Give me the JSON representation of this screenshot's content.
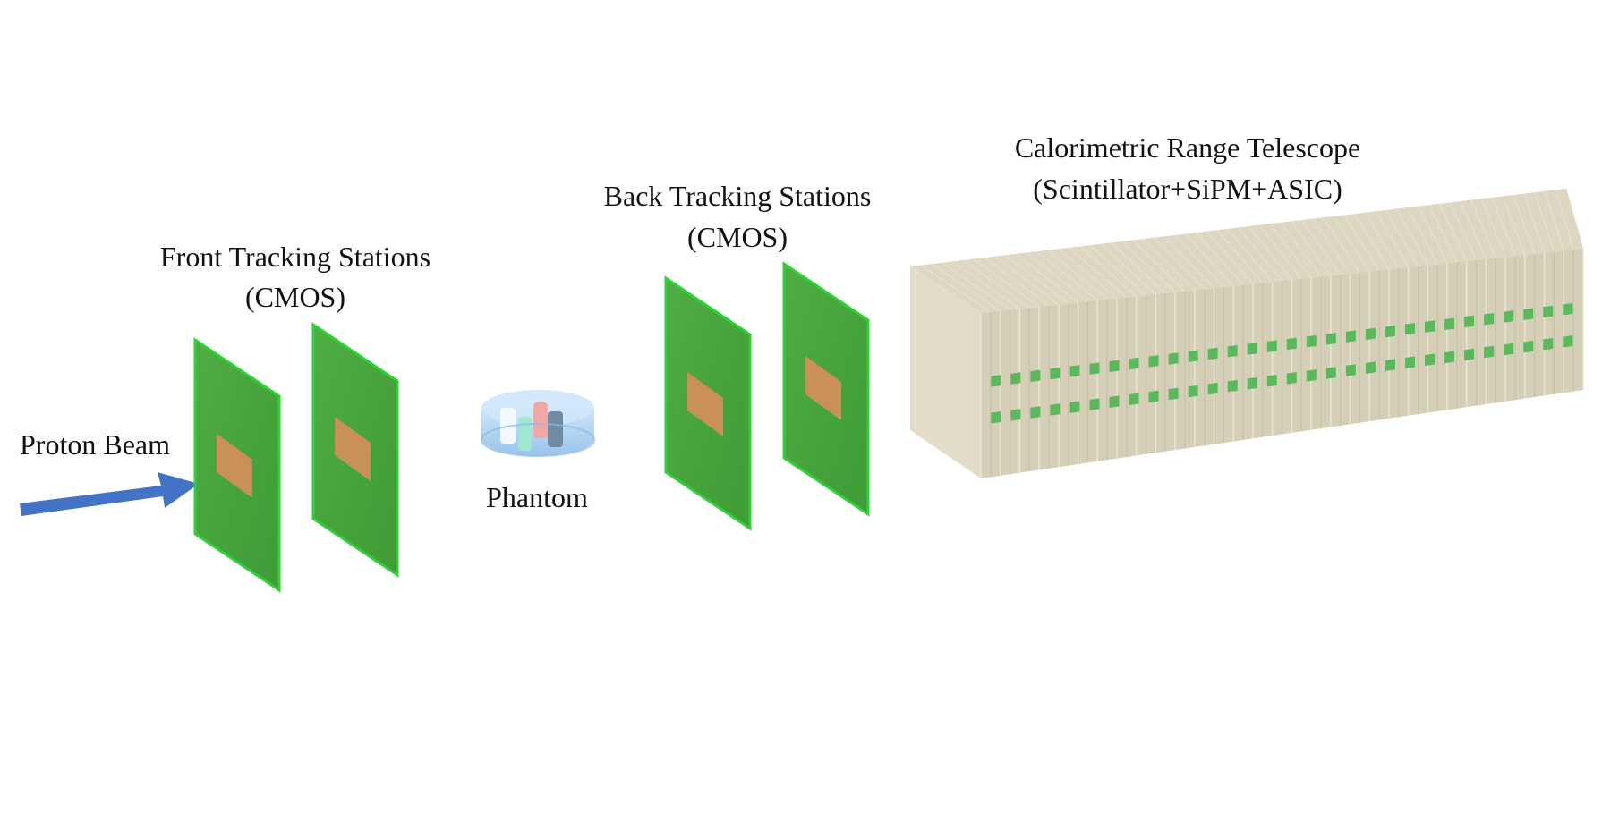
{
  "labels": {
    "proton_beam": "Proton Beam",
    "front_tracking_line1": "Front Tracking Stations",
    "front_tracking_line2": "(CMOS)",
    "phantom": "Phantom",
    "back_tracking_line1": "Back Tracking Stations",
    "back_tracking_line2": "(CMOS)",
    "telescope_line1": "Calorimetric Range Telescope",
    "telescope_line2": "(Scintillator+SiPM+ASIC)"
  },
  "colors": {
    "beam_arrow": "#4472c4",
    "tracking_plane": "#4aa840",
    "tracking_plane_edge": "#2fd235",
    "sensor_chip": "#c99158",
    "telescope_body": "#d9d2bc",
    "telescope_shade": "#c9c1a8",
    "sipm_strip": "#5cb85c",
    "phantom_body": "#a9cdf0"
  }
}
